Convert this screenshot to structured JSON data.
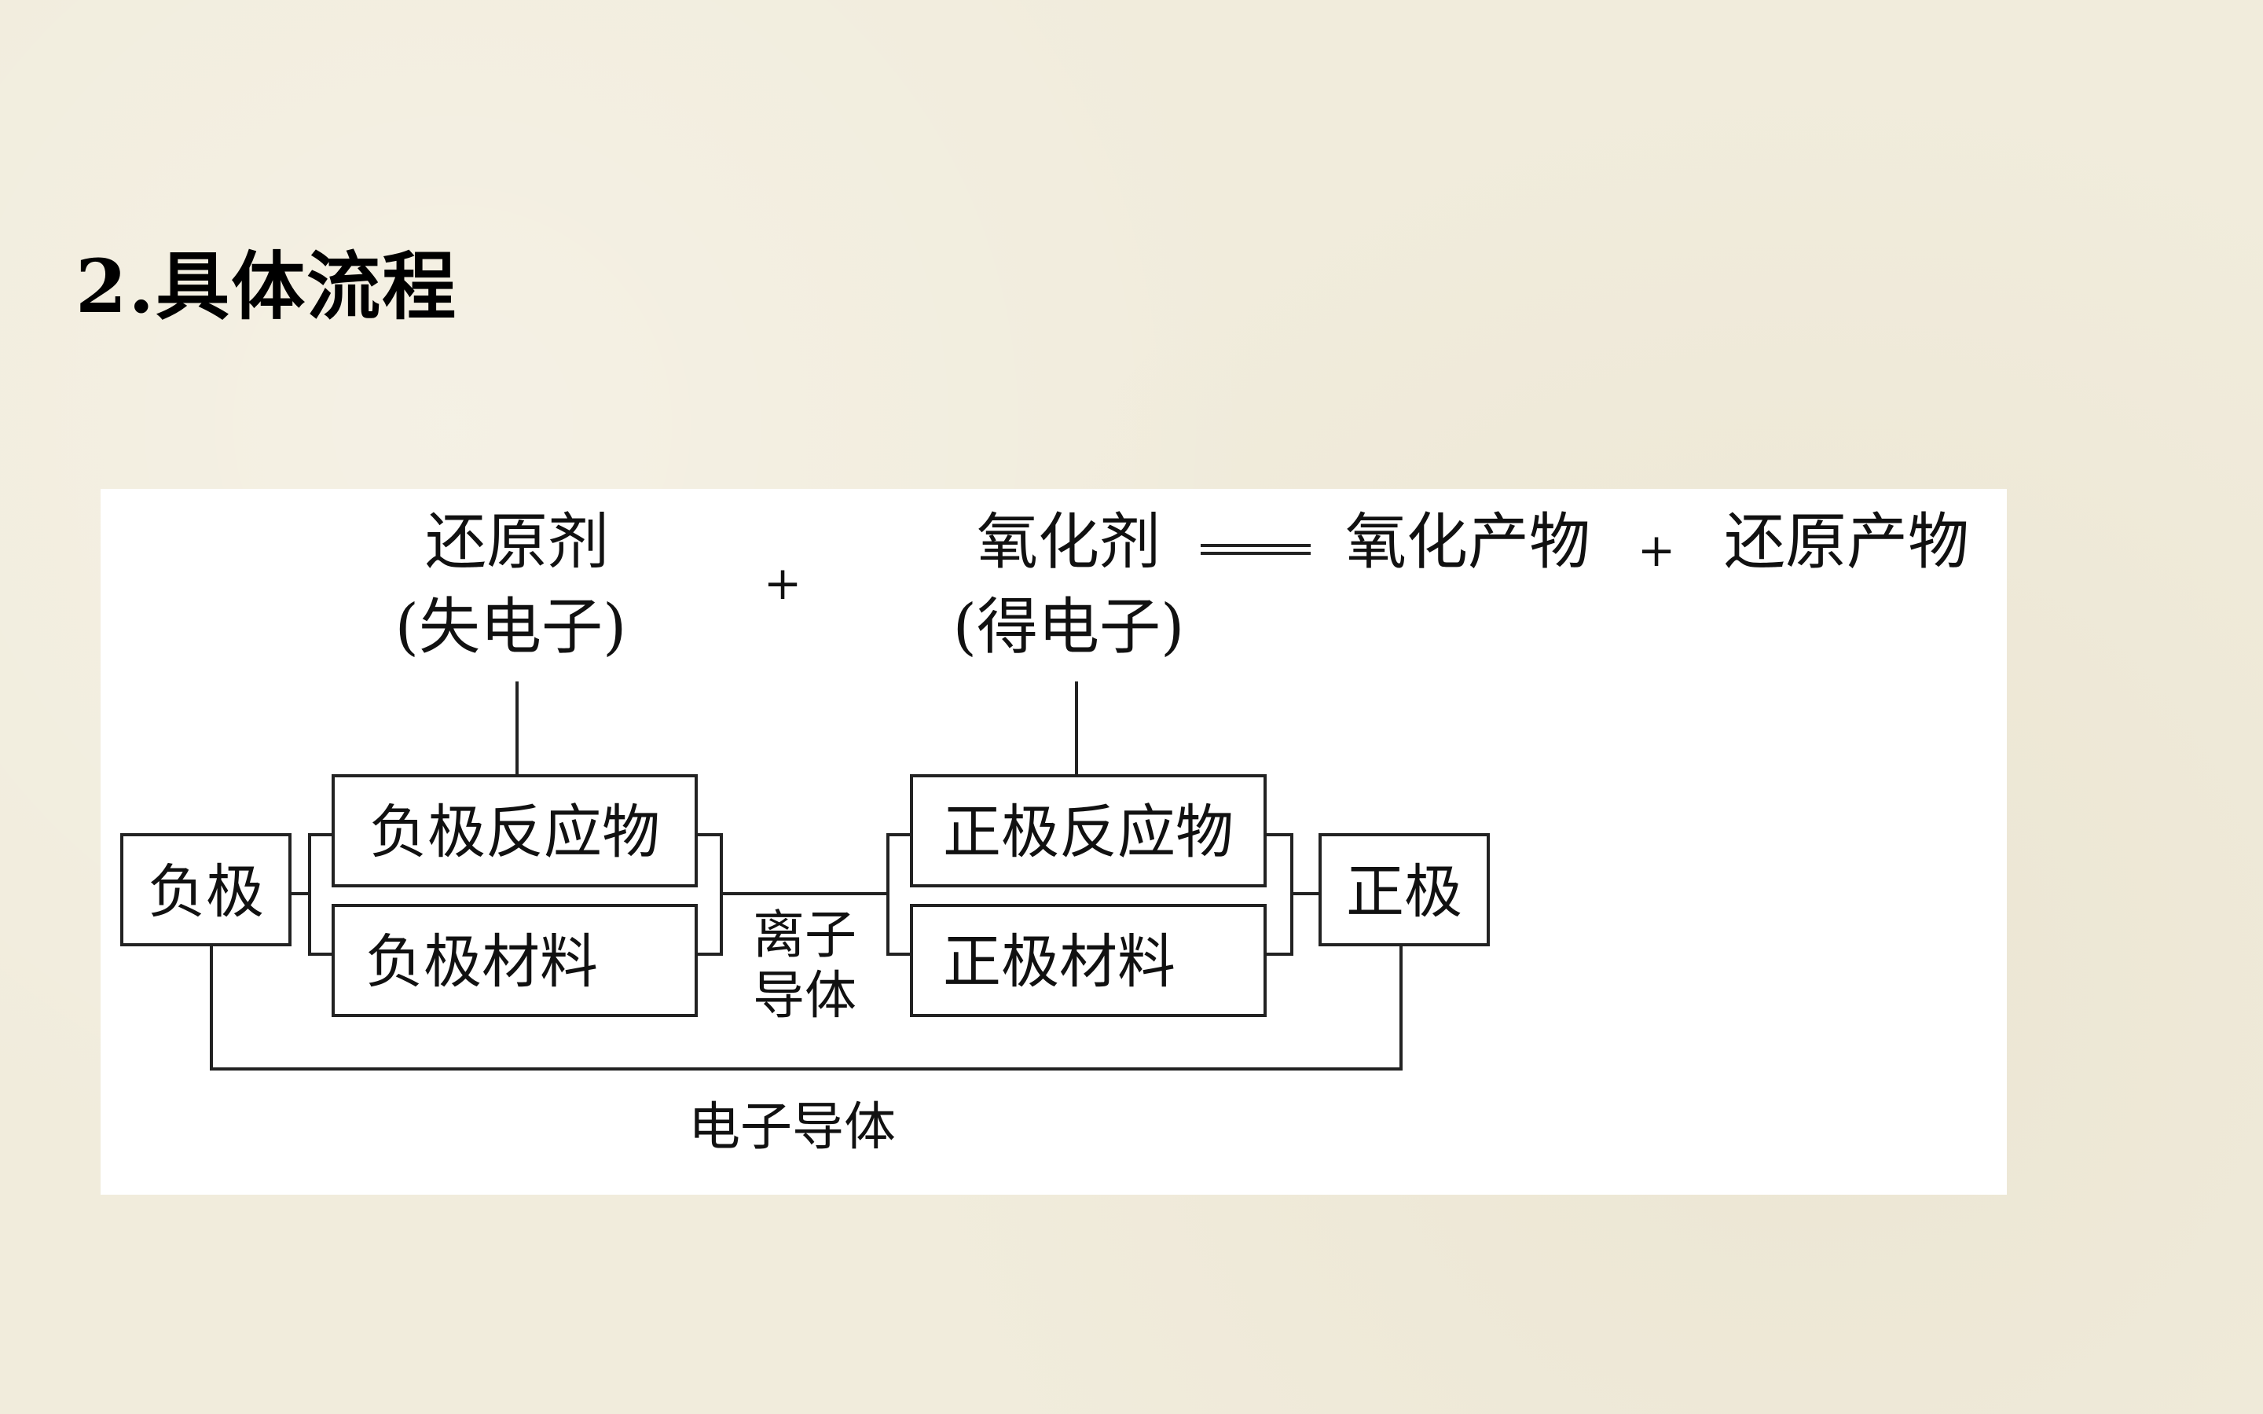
{
  "heading": "2.具体流程",
  "equation": {
    "reductant": "还原剂",
    "reductant_note": "(失电子)",
    "plus1": "+",
    "oxidant": "氧化剂",
    "oxidant_note": "(得电子)",
    "oxidation_product": "氧化产物",
    "plus2": "+",
    "reduction_product": "还原产物"
  },
  "boxes": {
    "negative_electrode": "负极",
    "negative_reactant": "负极反应物",
    "negative_material": "负极材料",
    "positive_reactant": "正极反应物",
    "positive_material": "正极材料",
    "positive_electrode": "正极"
  },
  "labels": {
    "ion_conductor_line1": "离子",
    "ion_conductor_line2": "导体",
    "electron_conductor": "电子导体"
  }
}
